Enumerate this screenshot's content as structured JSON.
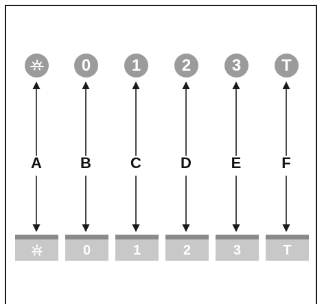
{
  "columns": [
    {
      "letter": "A",
      "symbol": "",
      "icon": "light-icon"
    },
    {
      "letter": "B",
      "symbol": "0",
      "icon": ""
    },
    {
      "letter": "C",
      "symbol": "1",
      "icon": ""
    },
    {
      "letter": "D",
      "symbol": "2",
      "icon": ""
    },
    {
      "letter": "E",
      "symbol": "3",
      "icon": ""
    },
    {
      "letter": "F",
      "symbol": "T",
      "icon": ""
    }
  ],
  "colors": {
    "circle": "#9b9b9b",
    "key_face": "#c8c8c8",
    "key_top": "#8a8a8a",
    "line": "#1a1a1a"
  }
}
